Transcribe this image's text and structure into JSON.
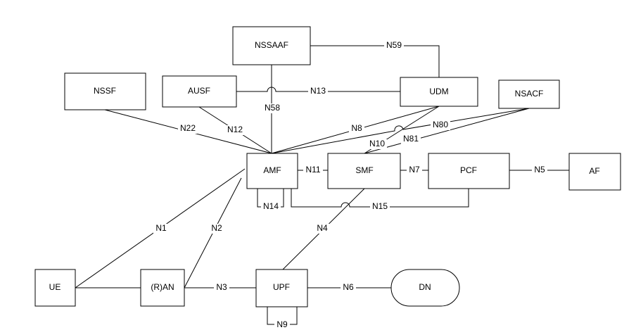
{
  "nodes": {
    "nssaaf": "NSSAAF",
    "nssf": "NSSF",
    "ausf": "AUSF",
    "udm": "UDM",
    "nsacf": "NSACF",
    "amf": "AMF",
    "smf": "SMF",
    "pcf": "PCF",
    "af": "AF",
    "ue": "UE",
    "ran": "(R)AN",
    "upf": "UPF",
    "dn": "DN"
  },
  "interfaces": {
    "n59": "N59",
    "n13": "N13",
    "n58": "N58",
    "n22": "N22",
    "n12": "N12",
    "n8": "N8",
    "n80": "N80",
    "n10": "N10",
    "n81": "N81",
    "n11": "N11",
    "n7": "N7",
    "n5": "N5",
    "n14": "N14",
    "n15": "N15",
    "n1": "N1",
    "n2": "N2",
    "n4": "N4",
    "n3": "N3",
    "n6": "N6",
    "n9": "N9"
  }
}
